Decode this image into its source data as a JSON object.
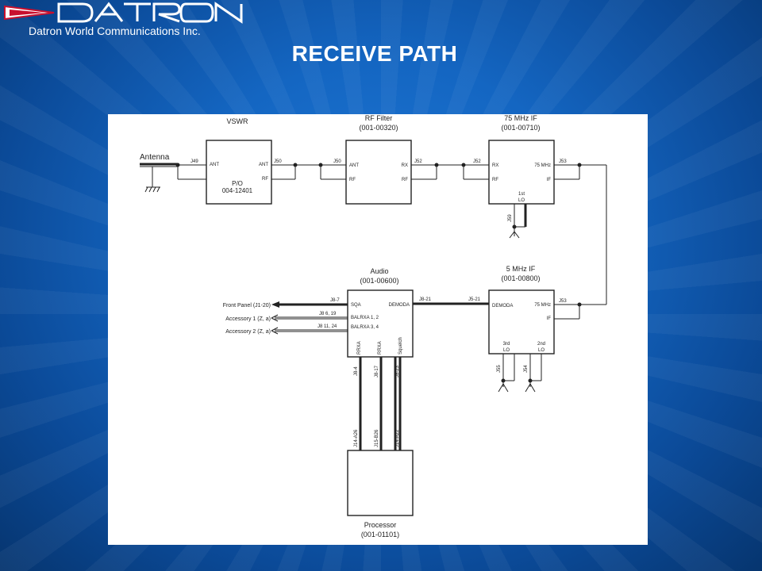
{
  "header": {
    "company": "Datron World Communications Inc.",
    "title": "RECEIVE PATH"
  },
  "diagram": {
    "blocks": {
      "vswr": {
        "title": "VSWR",
        "ant_left": "ANT",
        "ant_right": "ANT",
        "rf": "RF",
        "pio": "P/O",
        "part": "004-12401"
      },
      "rf_filter": {
        "title": "RF Filter",
        "part": "(001-00320)",
        "ant": "ANT",
        "rf_left": "RF",
        "rx": "RX",
        "rf_right": "RF"
      },
      "if75": {
        "title": "75 MHz IF",
        "part": "(001-00710)",
        "rx": "RX",
        "rf": "RF",
        "mhz": "75 MHz",
        "if": "IF",
        "lo": "1st",
        "lo2": "LO"
      },
      "if5": {
        "title": "5 MHz IF",
        "part": "(001-00800)",
        "demoda": "DEMODA",
        "mhz": "75 MHz",
        "if": "IF",
        "lo3": "3rd",
        "lo3b": "LO",
        "lo2": "2nd",
        "lo2b": "LO"
      },
      "audio": {
        "title": "Audio",
        "part": "(001-00600)",
        "sqa": "SQA",
        "demoda": "DEMODA",
        "balrxa1": "BALRXA 1, 2",
        "balrxa3": "BALRXA 3, 4",
        "rrxa1": "RRXA",
        "rrxa2": "RRXA",
        "squelch": "Squelch"
      },
      "processor": {
        "title": "Processor",
        "part": "(001-01101)"
      }
    },
    "connectors": {
      "j49": "J49",
      "j50a": "J50",
      "j50b": "J50",
      "j52a": "J52",
      "j52b": "J52",
      "j53a": "J53",
      "j53b": "J53",
      "j59": "J59",
      "j55": "J55",
      "j54": "J54",
      "j8_21": "J8-21",
      "j5_21": "J5-21",
      "j8_7": "J8-7",
      "j8_6": "J8 6, 19",
      "j8_11": "J8 11, 24",
      "j8_4": "J8-4",
      "j8_17": "J8-17",
      "j8_23": "J8-23",
      "j14_a26": "J14-A26",
      "j15_b26": "J15-B26",
      "j14_a22": "J14-A22"
    },
    "labels": {
      "antenna": "Antenna",
      "front_panel": "Front Panel (J1-20)",
      "accessory1": "Accessory 1 (Z, a)",
      "accessory2": "Accessory 2 (Z, a)"
    }
  }
}
